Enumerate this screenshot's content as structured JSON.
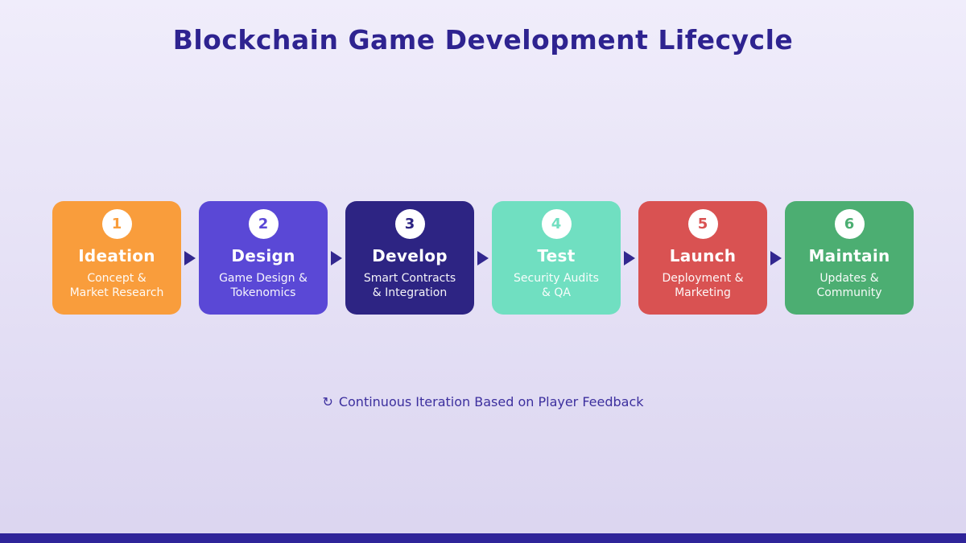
{
  "title": "Blockchain Game Development Lifecycle",
  "colors": {
    "background_top": "#F0EDFB",
    "background_bottom": "#DBD5F0",
    "title_text": "#2E2390",
    "arrow": "#32278F",
    "note_text": "#3C2F9E",
    "footer_bar": "#2F2499",
    "badge_background": "#FFFFFF",
    "card_text": "#FFFFFF"
  },
  "steps": [
    {
      "number": "1",
      "title": "Ideation",
      "subtitle_line1": "Concept &",
      "subtitle_line2": "Market Research",
      "color": "#F99D3C"
    },
    {
      "number": "2",
      "title": "Design",
      "subtitle_line1": "Game Design &",
      "subtitle_line2": "Tokenomics",
      "color": "#5A48D6"
    },
    {
      "number": "3",
      "title": "Develop",
      "subtitle_line1": "Smart Contracts",
      "subtitle_line2": "& Integration",
      "color": "#2D2483"
    },
    {
      "number": "4",
      "title": "Test",
      "subtitle_line1": "Security Audits",
      "subtitle_line2": "& QA",
      "color": "#70DFC1"
    },
    {
      "number": "5",
      "title": "Launch",
      "subtitle_line1": "Deployment &",
      "subtitle_line2": "Marketing",
      "color": "#D95252"
    },
    {
      "number": "6",
      "title": "Maintain",
      "subtitle_line1": "Updates &",
      "subtitle_line2": "Community",
      "color": "#4CAE72"
    }
  ],
  "note": {
    "icon": "↻",
    "text": "Continuous Iteration Based on Player Feedback"
  }
}
